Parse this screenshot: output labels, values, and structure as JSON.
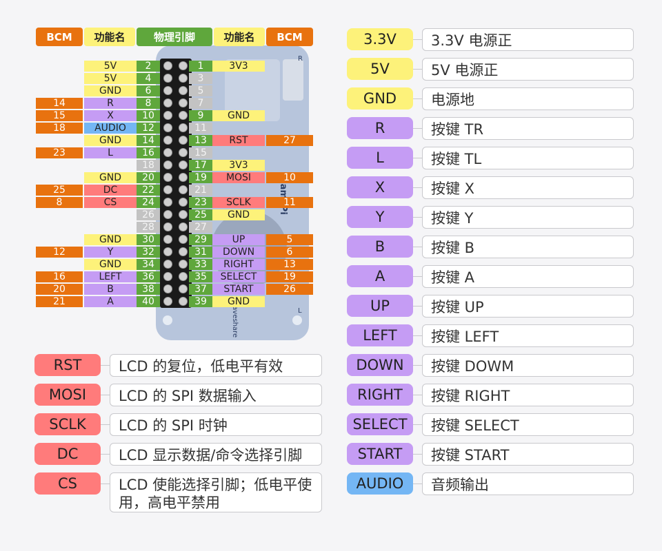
{
  "colors": {
    "bcm": "#e8720f",
    "power": "#fdf27a",
    "button": "#c59cf4",
    "lcd": "#ff7b7b",
    "audio": "#74b6f4",
    "pin_green": "#5fa73c",
    "pin_gray": "#c3c3c3"
  },
  "headers": {
    "bcm_left": "BCM",
    "func_left": "功能名",
    "phys": "物理引脚",
    "func_right": "功能名",
    "bcm_right": "BCM"
  },
  "board": {
    "label_1": "GamePi",
    "label_2": "R",
    "label_3": "L",
    "logo": "waveshare"
  },
  "pin_rows": [
    {
      "lbcm": "",
      "lfunc": "5V",
      "lcolor": "power",
      "lpin": "2",
      "lpinc": "green",
      "rpin": "1",
      "rpinc": "green",
      "rfunc": "3V3",
      "rcolor": "power",
      "rbcm": ""
    },
    {
      "lbcm": "",
      "lfunc": "5V",
      "lcolor": "power",
      "lpin": "4",
      "lpinc": "green",
      "rpin": "3",
      "rpinc": "gray",
      "rfunc": "",
      "rcolor": "",
      "rbcm": ""
    },
    {
      "lbcm": "",
      "lfunc": "GND",
      "lcolor": "power",
      "lpin": "6",
      "lpinc": "green",
      "rpin": "5",
      "rpinc": "gray",
      "rfunc": "",
      "rcolor": "",
      "rbcm": ""
    },
    {
      "lbcm": "14",
      "lfunc": "R",
      "lcolor": "button",
      "lpin": "8",
      "lpinc": "green",
      "rpin": "7",
      "rpinc": "gray",
      "rfunc": "",
      "rcolor": "",
      "rbcm": ""
    },
    {
      "lbcm": "15",
      "lfunc": "X",
      "lcolor": "button",
      "lpin": "10",
      "lpinc": "green",
      "rpin": "9",
      "rpinc": "green",
      "rfunc": "GND",
      "rcolor": "power",
      "rbcm": ""
    },
    {
      "lbcm": "18",
      "lfunc": "AUDIO",
      "lcolor": "audio",
      "lpin": "12",
      "lpinc": "green",
      "rpin": "11",
      "rpinc": "gray",
      "rfunc": "",
      "rcolor": "",
      "rbcm": ""
    },
    {
      "lbcm": "",
      "lfunc": "GND",
      "lcolor": "power",
      "lpin": "14",
      "lpinc": "green",
      "rpin": "13",
      "rpinc": "green",
      "rfunc": "RST",
      "rcolor": "lcd",
      "rbcm": "27"
    },
    {
      "lbcm": "23",
      "lfunc": "L",
      "lcolor": "button",
      "lpin": "16",
      "lpinc": "green",
      "rpin": "15",
      "rpinc": "gray",
      "rfunc": "",
      "rcolor": "",
      "rbcm": ""
    },
    {
      "lbcm": "",
      "lfunc": "",
      "lcolor": "",
      "lpin": "18",
      "lpinc": "gray",
      "rpin": "17",
      "rpinc": "green",
      "rfunc": "3V3",
      "rcolor": "power",
      "rbcm": ""
    },
    {
      "lbcm": "",
      "lfunc": "GND",
      "lcolor": "power",
      "lpin": "20",
      "lpinc": "green",
      "rpin": "19",
      "rpinc": "green",
      "rfunc": "MOSI",
      "rcolor": "lcd",
      "rbcm": "10"
    },
    {
      "lbcm": "25",
      "lfunc": "DC",
      "lcolor": "lcd",
      "lpin": "22",
      "lpinc": "green",
      "rpin": "21",
      "rpinc": "gray",
      "rfunc": "",
      "rcolor": "",
      "rbcm": ""
    },
    {
      "lbcm": "8",
      "lfunc": "CS",
      "lcolor": "lcd",
      "lpin": "24",
      "lpinc": "green",
      "rpin": "23",
      "rpinc": "green",
      "rfunc": "SCLK",
      "rcolor": "lcd",
      "rbcm": "11"
    },
    {
      "lbcm": "",
      "lfunc": "",
      "lcolor": "",
      "lpin": "26",
      "lpinc": "gray",
      "rpin": "25",
      "rpinc": "green",
      "rfunc": "GND",
      "rcolor": "power",
      "rbcm": ""
    },
    {
      "lbcm": "",
      "lfunc": "",
      "lcolor": "",
      "lpin": "28",
      "lpinc": "gray",
      "rpin": "27",
      "rpinc": "gray",
      "rfunc": "",
      "rcolor": "",
      "rbcm": ""
    },
    {
      "lbcm": "",
      "lfunc": "GND",
      "lcolor": "power",
      "lpin": "30",
      "lpinc": "green",
      "rpin": "29",
      "rpinc": "green",
      "rfunc": "UP",
      "rcolor": "button",
      "rbcm": "5"
    },
    {
      "lbcm": "12",
      "lfunc": "Y",
      "lcolor": "button",
      "lpin": "32",
      "lpinc": "green",
      "rpin": "31",
      "rpinc": "green",
      "rfunc": "DOWN",
      "rcolor": "button",
      "rbcm": "6"
    },
    {
      "lbcm": "",
      "lfunc": "GND",
      "lcolor": "power",
      "lpin": "34",
      "lpinc": "green",
      "rpin": "33",
      "rpinc": "green",
      "rfunc": "RIGHT",
      "rcolor": "button",
      "rbcm": "13"
    },
    {
      "lbcm": "16",
      "lfunc": "LEFT",
      "lcolor": "button",
      "lpin": "36",
      "lpinc": "green",
      "rpin": "35",
      "rpinc": "green",
      "rfunc": "SELECT",
      "rcolor": "button",
      "rbcm": "19"
    },
    {
      "lbcm": "20",
      "lfunc": "B",
      "lcolor": "button",
      "lpin": "38",
      "lpinc": "green",
      "rpin": "37",
      "rpinc": "green",
      "rfunc": "START",
      "rcolor": "button",
      "rbcm": "26"
    },
    {
      "lbcm": "21",
      "lfunc": "A",
      "lcolor": "button",
      "lpin": "40",
      "lpinc": "green",
      "rpin": "39",
      "rpinc": "green",
      "rfunc": "GND",
      "rcolor": "power",
      "rbcm": ""
    }
  ],
  "legend_lcd": [
    {
      "label": "RST",
      "desc": "LCD 的复位，低电平有效"
    },
    {
      "label": "MOSI",
      "desc": "LCD 的 SPI 数据输入"
    },
    {
      "label": "SCLK",
      "desc": "LCD 的 SPI 时钟"
    },
    {
      "label": "DC",
      "desc": "LCD 显示数据/命令选择引脚"
    },
    {
      "label": "CS",
      "desc": "LCD 使能选择引脚；低电平使用，高电平禁用"
    }
  ],
  "legend_right": [
    {
      "label": "3.3V",
      "desc": "3.3V 电源正",
      "color": "power"
    },
    {
      "label": "5V",
      "desc": "5V 电源正",
      "color": "power"
    },
    {
      "label": "GND",
      "desc": "电源地",
      "color": "power"
    },
    {
      "label": "R",
      "desc": "按键 TR",
      "color": "button"
    },
    {
      "label": "L",
      "desc": "按键 TL",
      "color": "button"
    },
    {
      "label": "X",
      "desc": "按键 X",
      "color": "button"
    },
    {
      "label": "Y",
      "desc": "按键 Y",
      "color": "button"
    },
    {
      "label": "B",
      "desc": "按键 B",
      "color": "button"
    },
    {
      "label": "A",
      "desc": "按键 A",
      "color": "button"
    },
    {
      "label": "UP",
      "desc": "按键 UP",
      "color": "button"
    },
    {
      "label": "LEFT",
      "desc": "按键 LEFT",
      "color": "button"
    },
    {
      "label": "DOWN",
      "desc": "按键 DOWM",
      "color": "button"
    },
    {
      "label": "RIGHT",
      "desc": "按键 RIGHT",
      "color": "button"
    },
    {
      "label": "SELECT",
      "desc": "按键 SELECT",
      "color": "button"
    },
    {
      "label": "START",
      "desc": "按键 START",
      "color": "button"
    },
    {
      "label": "AUDIO",
      "desc": "音频输出",
      "color": "audio"
    }
  ]
}
